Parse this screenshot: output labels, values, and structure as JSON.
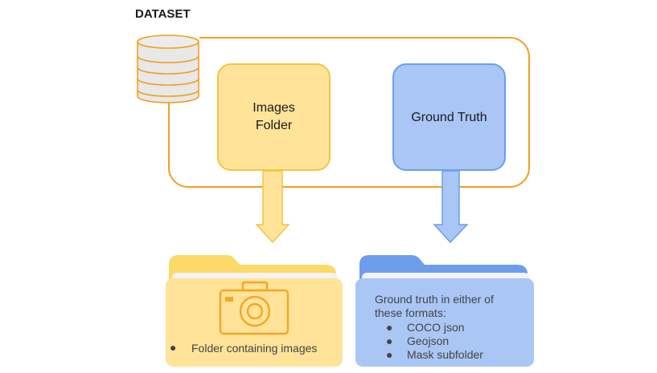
{
  "diagram": {
    "title": "DATASET",
    "images_box": {
      "line1": "Images",
      "line2": "Folder"
    },
    "ground_truth_box": {
      "label": "Ground Truth"
    },
    "images_folder": {
      "bullet": "Folder containing images"
    },
    "gt_folder": {
      "intro_line1": "Ground truth in either of",
      "intro_line2": "these formats:",
      "formats": [
        "COCO json",
        "Geojson",
        "Mask subfolder"
      ]
    }
  },
  "colors": {
    "orange": "#f0a020",
    "yellow_fill": "#ffe399",
    "yellow_stroke": "#f2c542",
    "yellow_tab": "#fdd968",
    "blue_fill": "#a9c6f5",
    "blue_stroke": "#6d9eeb",
    "blue_tab": "#6d9eeb",
    "db_fill": "#e6e6e6",
    "db_stroke": "#f0a020"
  },
  "icons": {
    "database": "database-icon",
    "camera": "camera-icon",
    "folder": "folder-icon",
    "arrow": "arrow-down-icon"
  }
}
